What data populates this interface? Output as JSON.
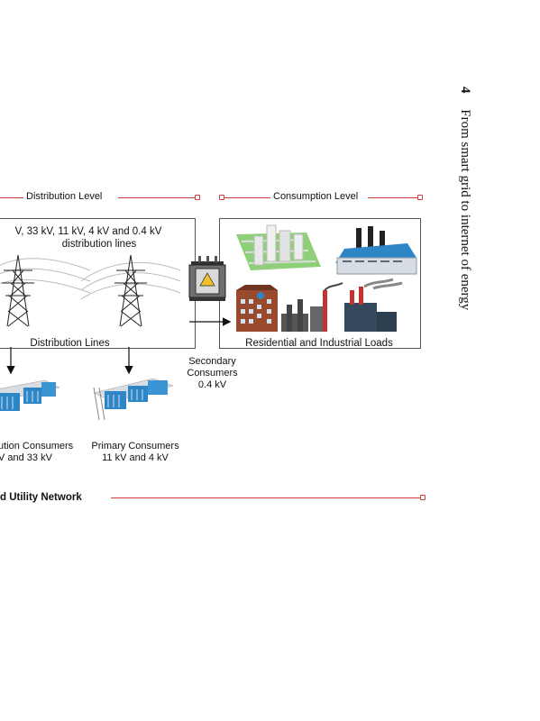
{
  "page_header": {
    "chapter_number": "4",
    "chapter_title": "From smart grid to internet of energy"
  },
  "diagram": {
    "distribution_level": {
      "label": "Distribution Level",
      "voltages_line1": "V, 33 kV, 11 kV, 4 kV and 0.4 kV",
      "voltages_line2": "distribution lines",
      "lines_label": "Distribution Lines"
    },
    "consumption_level": {
      "label": "Consumption Level",
      "loads_label": "Residential and Industrial Loads"
    },
    "secondary_consumers": {
      "line1": "Secondary",
      "line2": "Consumers",
      "line3": "0.4 kV"
    },
    "distribution_consumers": {
      "line1": "ution Consumers",
      "line2": "V and 33 kV"
    },
    "primary_consumers": {
      "line1": "Primary Consumers",
      "line2": "11 kV and 4 kV"
    },
    "footer_label": "d Utility Network"
  },
  "colors": {
    "accent_red": "#d23a3a",
    "panel_border": "#555555",
    "roof_blue": "#2f86c6",
    "ground_green": "#8fcf7a"
  }
}
